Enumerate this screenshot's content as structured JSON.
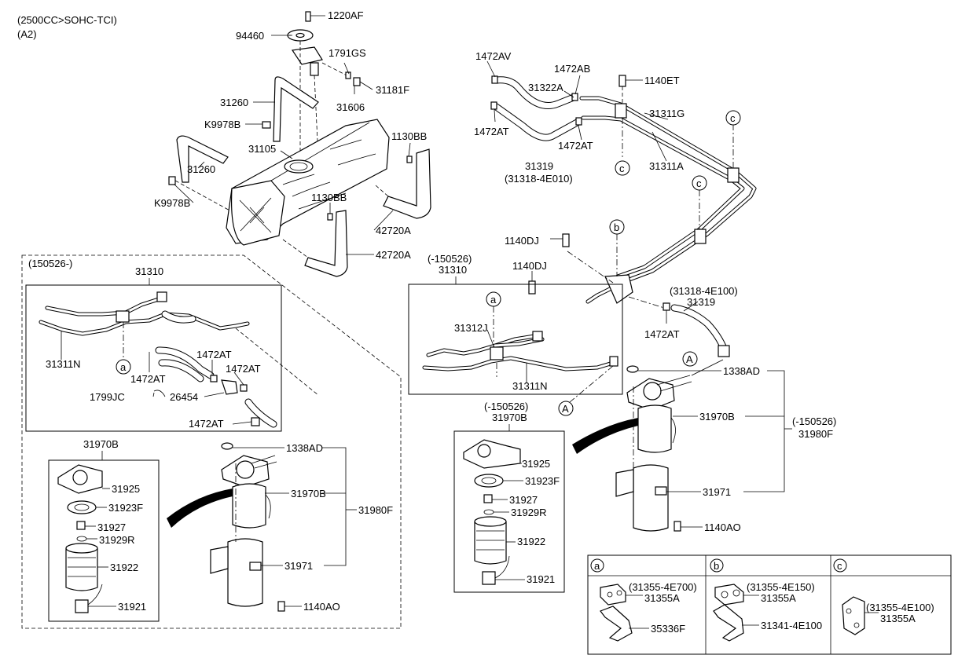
{
  "header": {
    "line1": "(2500CC>SOHC-TCI)",
    "line2": "(A2)"
  },
  "tank_area": {
    "l1220af": "1220AF",
    "l94460": "94460",
    "l1791gs": "1791GS",
    "l31181f": "31181F",
    "l31260a": "31260",
    "l31606": "31606",
    "lk9978b_a": "K9978B",
    "l1130bb_a": "1130BB",
    "l31105": "31105",
    "l31260b": "31260",
    "lk9978b_b": "K9978B",
    "l1130bb_b": "1130BB",
    "l42720a_a": "42720A",
    "l42720a_b": "42720A"
  },
  "lines_area": {
    "l1472av": "1472AV",
    "l1472ab": "1472AB",
    "l1140et": "1140ET",
    "l31322a": "31322A",
    "l31311g": "31311G",
    "l1472at_a": "1472AT",
    "l1472at_b": "1472AT",
    "l31319": "31319",
    "l31318_4e010": "(31318-4E010)",
    "l31311a": "31311A",
    "l1140dj_a": "1140DJ",
    "l1140dj_b": "1140DJ",
    "l31318_4e100": "(31318-4E100)",
    "l31319b": "31319",
    "l1472at_c": "1472AT"
  },
  "left_box": {
    "date": "(150526-)",
    "l31310": "31310",
    "l31311n": "31311N",
    "l1472at_1": "1472AT",
    "l1472at_2": "1472AT",
    "l1472at_3": "1472AT",
    "l1799jc": "1799JC",
    "l26454": "26454",
    "l1472at_4": "1472AT",
    "l31970b_hdr": "31970B",
    "l31925": "31925",
    "l31923f": "31923F",
    "l31927": "31927",
    "l31929r": "31929R",
    "l31922": "31922",
    "l31921": "31921",
    "l1338ad": "1338AD",
    "l31970b": "31970B",
    "l31980f": "31980F",
    "l31971": "31971",
    "l1140ao": "1140AO"
  },
  "mid_box": {
    "date": "(-150526)",
    "l31310": "31310",
    "l31312j": "31312J",
    "l31311n": "31311N",
    "date2": "(-150526)",
    "l31970b_hdr": "31970B",
    "l31925": "31925",
    "l31923f": "31923F",
    "l31927": "31927",
    "l31929r": "31929R",
    "l31922": "31922",
    "l31921": "31921"
  },
  "right_filter": {
    "l1338ad": "1338AD",
    "l31970b": "31970B",
    "date": "(-150526)",
    "l31980f": "31980F",
    "l31971": "31971",
    "l1140ao": "1140AO"
  },
  "callouts": {
    "a": "a",
    "b": "b",
    "c": "c",
    "A": "A"
  },
  "legend": {
    "a_hdr": "a",
    "b_hdr": "b",
    "c_hdr": "c",
    "a_p1": "(31355-4E700)",
    "a_p2": "31355A",
    "a_p3": "35336F",
    "b_p1": "(31355-4E150)",
    "b_p2": "31355A",
    "b_p3": "31341-4E100",
    "c_p1": "(31355-4E100)",
    "c_p2": "31355A"
  }
}
